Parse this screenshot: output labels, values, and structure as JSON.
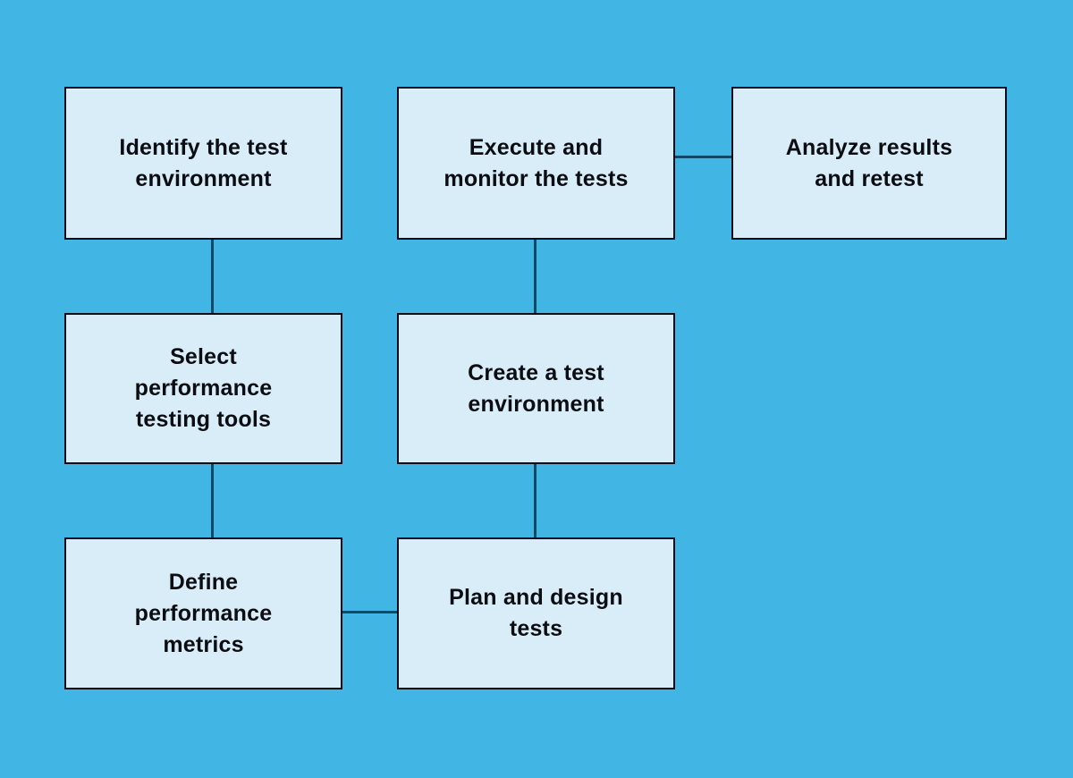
{
  "diagram": {
    "type": "flowchart",
    "subject": "Performance testing process",
    "background_color": "#41b6e4",
    "node_fill_color": "#d9edf8",
    "node_border_color": "#0c0d18",
    "connector_color": "#0e4a66",
    "text_color": "#0c0d12"
  },
  "nodes": [
    {
      "id": "identify",
      "label": "Identify the test environment",
      "lines": [
        "Identify the test",
        "environment"
      ]
    },
    {
      "id": "execute",
      "label": "Execute and monitor the tests",
      "lines": [
        "Execute and",
        "monitor the tests"
      ]
    },
    {
      "id": "analyze",
      "label": "Analyze results and retest",
      "lines": [
        "Analyze results",
        "and retest"
      ]
    },
    {
      "id": "select",
      "label": "Select performance testing tools",
      "lines": [
        "Select",
        "performance",
        "testing tools"
      ]
    },
    {
      "id": "create",
      "label": "Create a test environment",
      "lines": [
        "Create a test",
        "environment"
      ]
    },
    {
      "id": "define",
      "label": "Define performance metrics",
      "lines": [
        "Define",
        "performance",
        "metrics"
      ]
    },
    {
      "id": "plan",
      "label": "Plan and design tests",
      "lines": [
        "Plan and design",
        "tests"
      ]
    }
  ],
  "edges": [
    {
      "between": [
        "identify",
        "select"
      ],
      "orientation": "vertical"
    },
    {
      "between": [
        "select",
        "define"
      ],
      "orientation": "vertical"
    },
    {
      "between": [
        "define",
        "plan"
      ],
      "orientation": "horizontal"
    },
    {
      "between": [
        "plan",
        "create"
      ],
      "orientation": "vertical"
    },
    {
      "between": [
        "create",
        "execute"
      ],
      "orientation": "vertical"
    },
    {
      "between": [
        "execute",
        "analyze"
      ],
      "orientation": "horizontal"
    }
  ]
}
